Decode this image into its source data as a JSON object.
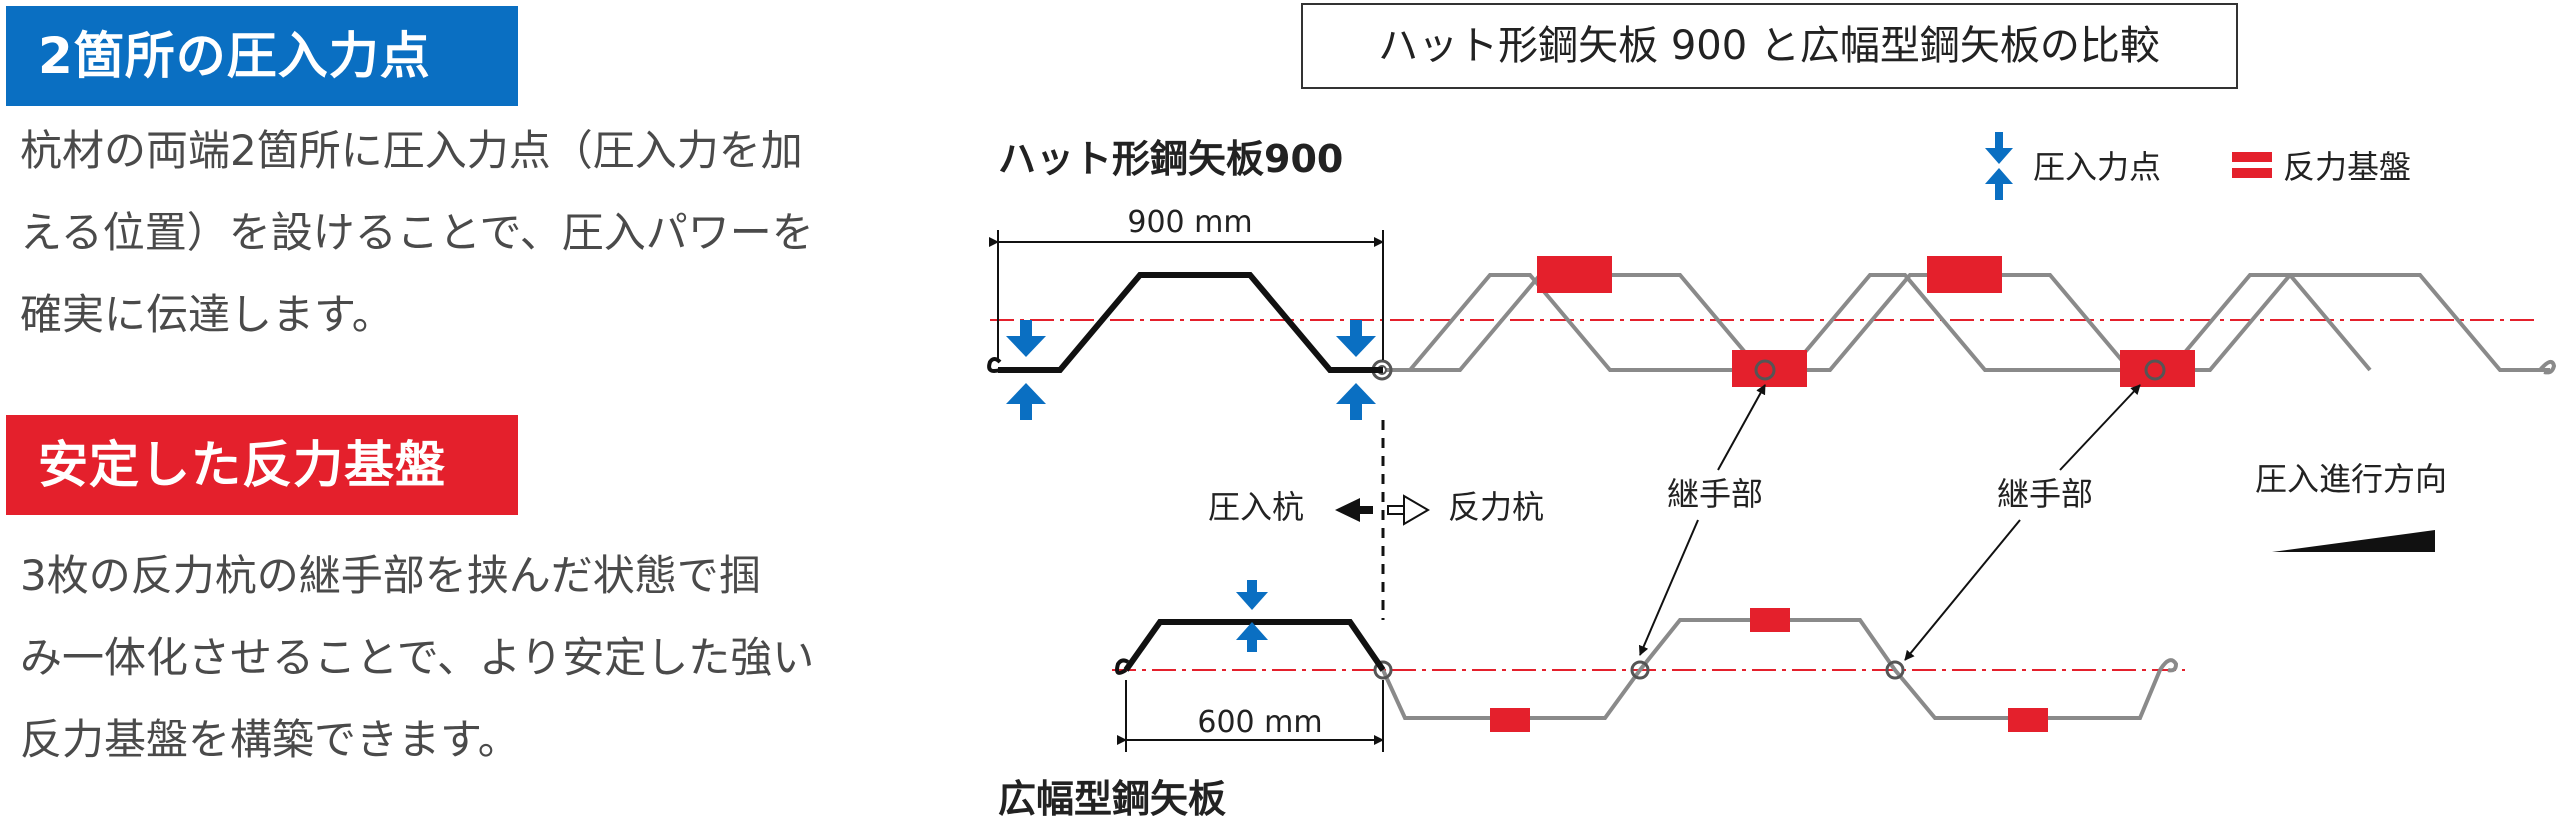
{
  "left": {
    "section1": {
      "title": "2箇所の圧入力点",
      "lines": [
        "杭材の両端2箇所に圧入力点（圧入力を加",
        "える位置）を設けることで、圧入パワーを",
        "確実に伝達します。"
      ]
    },
    "section2": {
      "title": "安定した反力基盤",
      "lines": [
        "3枚の反力杭の継手部を挟んだ状態で掴",
        "み一体化させることで、より安定した強い",
        "反力基盤を構築できます。"
      ]
    }
  },
  "diagram": {
    "title": "ハット形鋼矢板 900 と広幅型鋼矢板の比較",
    "hat_label": "ハット形鋼矢板900",
    "wide_label": "広幅型鋼矢板",
    "dim_900": "900 mm",
    "dim_600": "600 mm",
    "legend_press": "圧入力点",
    "legend_reaction": "反力基盤",
    "press_pile": "圧入杭",
    "reaction_pile": "反力杭",
    "joint_1": "継手部",
    "joint_2": "継手部",
    "direction": "圧入進行方向",
    "colors": {
      "blue": "#0a6fc2",
      "red": "#e4202c",
      "steel": "#8a8a8a",
      "dark": "#111111"
    }
  }
}
